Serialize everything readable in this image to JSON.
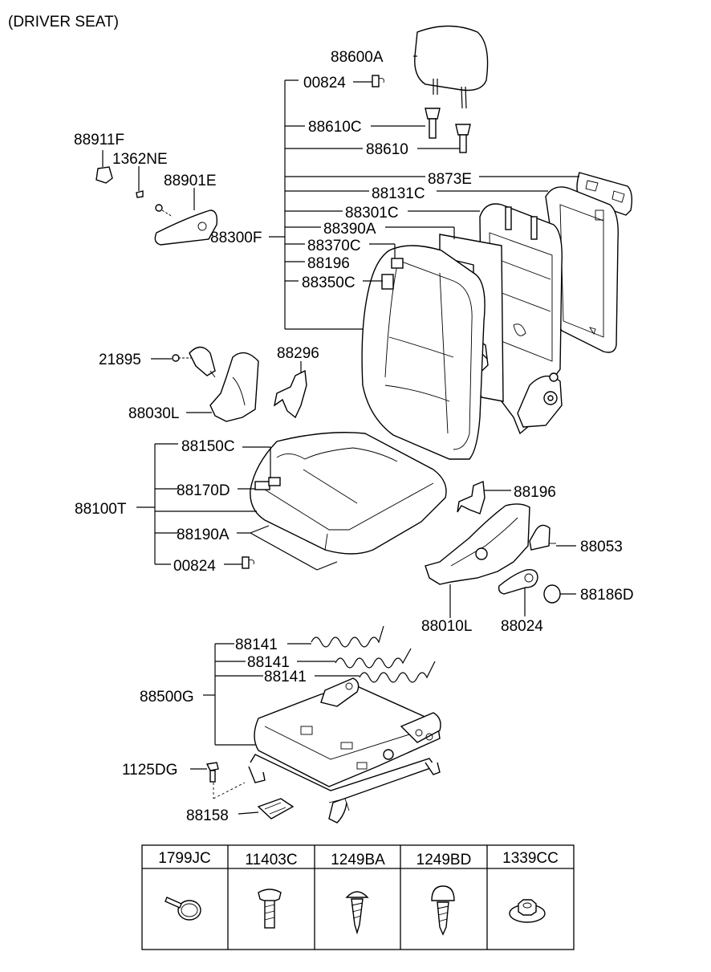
{
  "title": "(DRIVER SEAT)",
  "labels": {
    "l88600A": "88600A",
    "l00824a": "00824",
    "l88610C": "88610C",
    "l88610": "88610",
    "l8873E": "8873E",
    "l88131C": "88131C",
    "l88301C": "88301C",
    "l88390A": "88390A",
    "l88300F": "88300F",
    "l88370C": "88370C",
    "l88196a": "88196",
    "l88350C": "88350C",
    "l88911F": "88911F",
    "l1362NE": "1362NE",
    "l88901E": "88901E",
    "l21895": "21895",
    "l88296": "88296",
    "l88030L": "88030L",
    "l88150C": "88150C",
    "l88170D": "88170D",
    "l88100T": "88100T",
    "l88190A": "88190A",
    "l00824b": "00824",
    "l88196b": "88196",
    "l88053": "88053",
    "l88186D": "88186D",
    "l88010L": "88010L",
    "l88024": "88024",
    "l88141a": "88141",
    "l88141b": "88141",
    "l88141c": "88141",
    "l88500G": "88500G",
    "l1125DG": "1125DG",
    "l88158": "88158"
  },
  "fastener_table": {
    "headers": [
      "1799JC",
      "11403C",
      "1249BA",
      "1249BD",
      "1339CC"
    ]
  }
}
